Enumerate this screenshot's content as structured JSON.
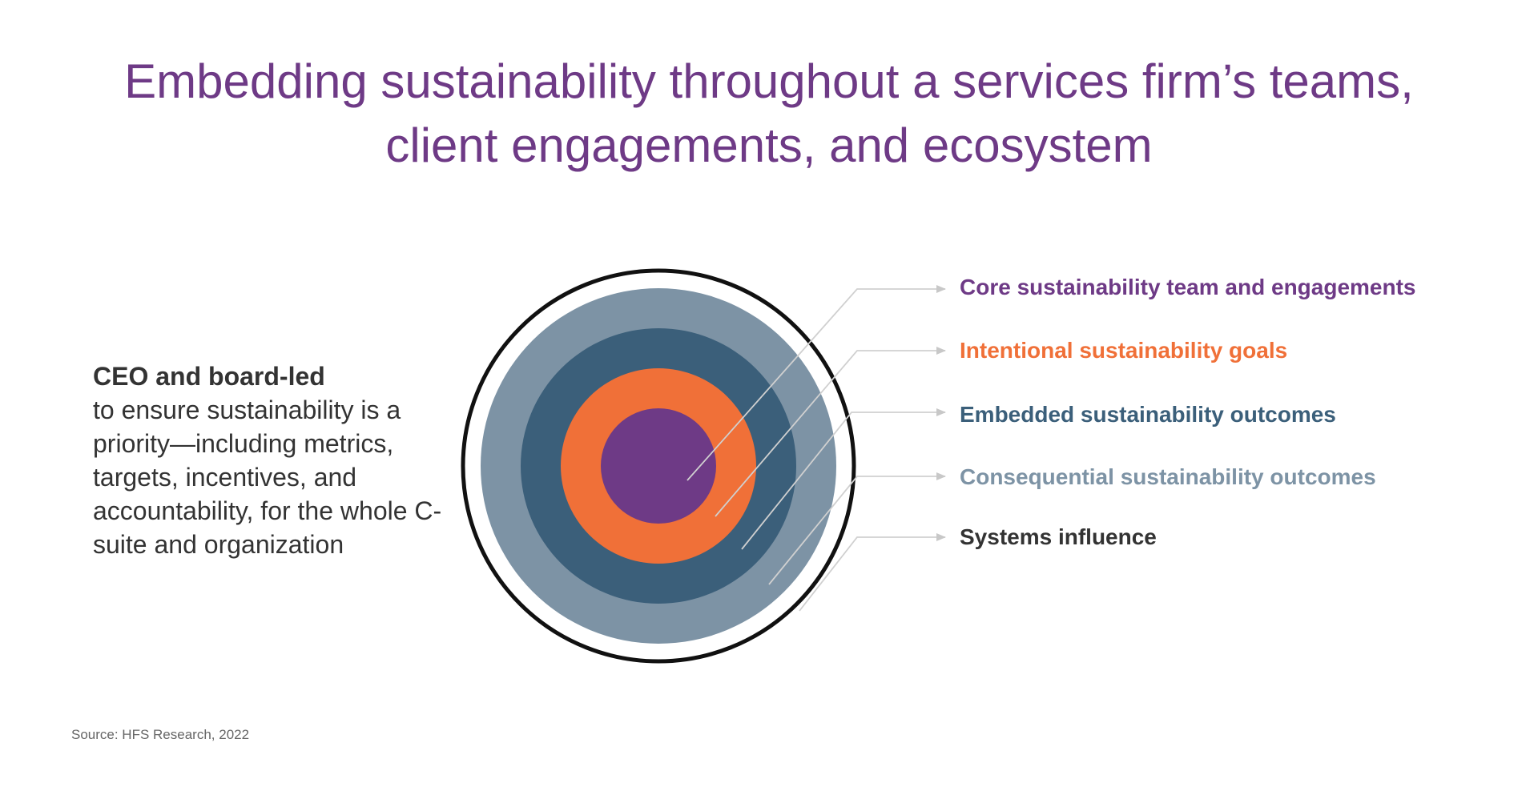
{
  "title": {
    "line1": "Embedding sustainability throughout a services firm’s teams,",
    "line2": "client engagements, and ecosystem"
  },
  "left_text": {
    "lead": "CEO and board-led",
    "body": "to ensure sustainability is a priority—including metrics, targets, incentives, and accountability, for the whole C-suite and organization"
  },
  "rings": [
    {
      "label": "Core sustainability team and engagements",
      "color": "#6e3a86"
    },
    {
      "label": "Intentional sustainability goals",
      "color": "#f07038"
    },
    {
      "label": "Embedded sustainability outcomes",
      "color": "#3b5f7a"
    },
    {
      "label": "Consequential sustainability outcomes",
      "color": "#7d93a5"
    },
    {
      "label": "Systems influence",
      "color": "#333333"
    }
  ],
  "source": "Source: HFS Research, 2022"
}
